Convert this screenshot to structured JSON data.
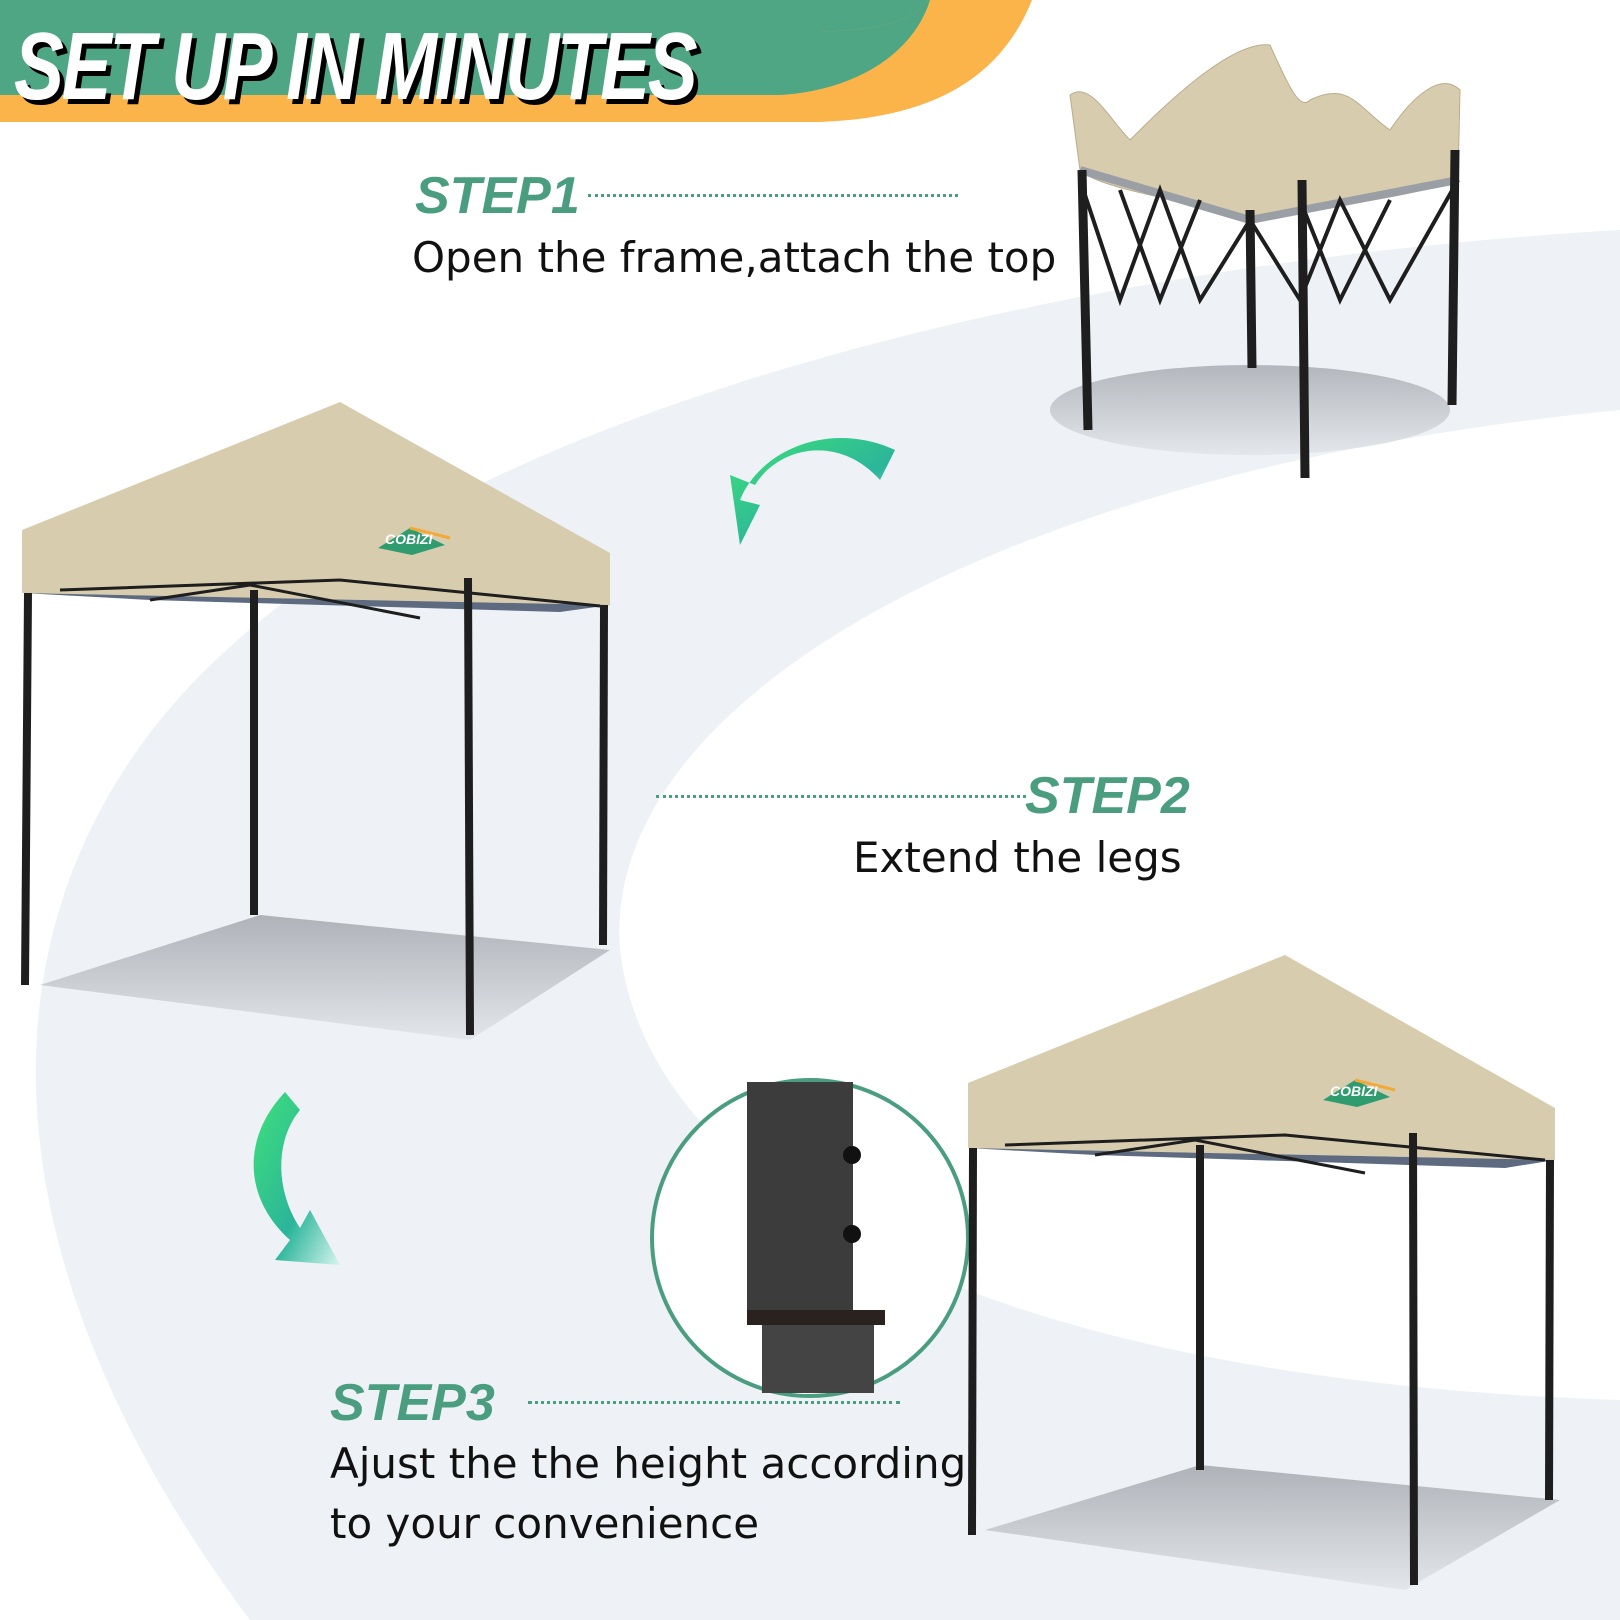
{
  "header": {
    "title": "SET UP IN MINUTES"
  },
  "steps": [
    {
      "label": "STEP1",
      "text": "Open the frame,attach the top"
    },
    {
      "label": "STEP2",
      "text": "Extend the legs"
    },
    {
      "label": "STEP3",
      "text_line1": "Ajust the the height according",
      "text_line2": "to your convenience"
    }
  ],
  "brand": {
    "logo_text": "COBIZI"
  },
  "colors": {
    "green": "#4a9e7f",
    "orange": "#fbb44a",
    "canopy": "#d8ccae",
    "frame": "#1e1e1e",
    "band": "#eef1f6"
  }
}
